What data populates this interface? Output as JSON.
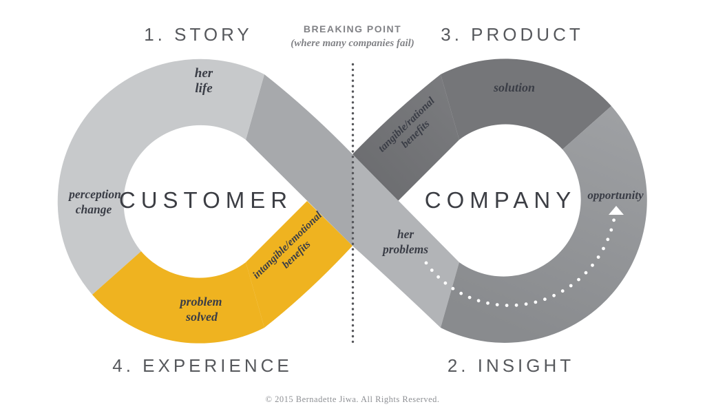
{
  "headings": {
    "story": "1. STORY",
    "product": "3. PRODUCT",
    "insight": "2. INSIGHT",
    "experience": "4. EXPERIENCE"
  },
  "breaking_point": {
    "title": "BREAKING POINT",
    "subtitle": "(where many companies fail)"
  },
  "customer_loop": {
    "name": "CUSTOMER",
    "her_life": {
      "line1": "her",
      "line2": "life"
    },
    "perception_change": {
      "line1": "perception",
      "line2": "change"
    },
    "problem_solved": {
      "line1": "problem",
      "line2": "solved"
    },
    "intangible_benefits": {
      "line1": "intangible/emotional",
      "line2": "benefits"
    }
  },
  "company_loop": {
    "name": "COMPANY",
    "her_problems": {
      "line1": "her",
      "line2": "problems"
    },
    "solution": "solution",
    "opportunity": "opportunity",
    "tangible_benefits": {
      "line1": "tangible/rational",
      "line2": "benefits"
    }
  },
  "footer": {
    "copyright": "© 2015 Bernadette Jiwa. All Rights Reserved."
  },
  "colors": {
    "background": "#FFFFFF",
    "light_gray": "#C7C9CB",
    "crossing_gray": "#A7A9AC",
    "her_problems_gray": "#B2B4B7",
    "medium_gray_top": "#9EA0A3",
    "medium_gray_bottom": "#898B8E",
    "dark_gray": "#757679",
    "dark_band_top": "#7A7B7E",
    "dark_band_tip": "#6D6E71",
    "yellow": "#EFB320",
    "heading_gray": "#56585C",
    "loop_name_dark": "#3C3E44",
    "label_dark": "#3A3D46",
    "breaking_point_gray": "#818286",
    "footer_gray": "#8E9094",
    "dot_dark": "#55565A",
    "dot_white": "#FFFFFF"
  }
}
